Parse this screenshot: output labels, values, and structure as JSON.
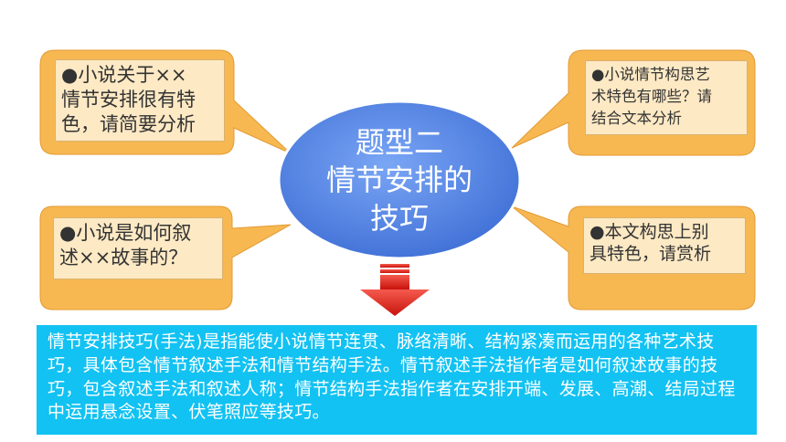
{
  "center": {
    "title": "题型二\n情节安排的\n技巧",
    "colors": {
      "fill": "#5d8ce8",
      "border": "#ffffff"
    }
  },
  "callouts": [
    {
      "id": "top-left",
      "text": "●小说关于××\n情节安排很有特\n色，请简要分析"
    },
    {
      "id": "top-right",
      "text": "●小说情节构思艺\n术特色有哪些？请\n结合文本分析"
    },
    {
      "id": "bottom-left",
      "text": "●小说是如何叙\n述××故事的？"
    },
    {
      "id": "bottom-right",
      "text": "●本文构思上别\n具特色，请赏析"
    }
  ],
  "description": "情节安排技巧(手法)是指能使小说情节连贯、脉络清晰、结构紧凑而运用的各种艺术技巧，具体包含情节叙述手法和情节结构手法。情节叙述手法指作者是如何叙述故事的技巧，包含叙述手法和叙述人称；情节结构手法指作者在安排开端、发展、高潮、结局过程中运用悬念设置、伏笔照应等技巧。",
  "colors": {
    "callout_fill": "#f7b851",
    "callout_inner": "#fde9c4",
    "arrow": "#e8261c",
    "description_bg": "#12c2f2"
  }
}
